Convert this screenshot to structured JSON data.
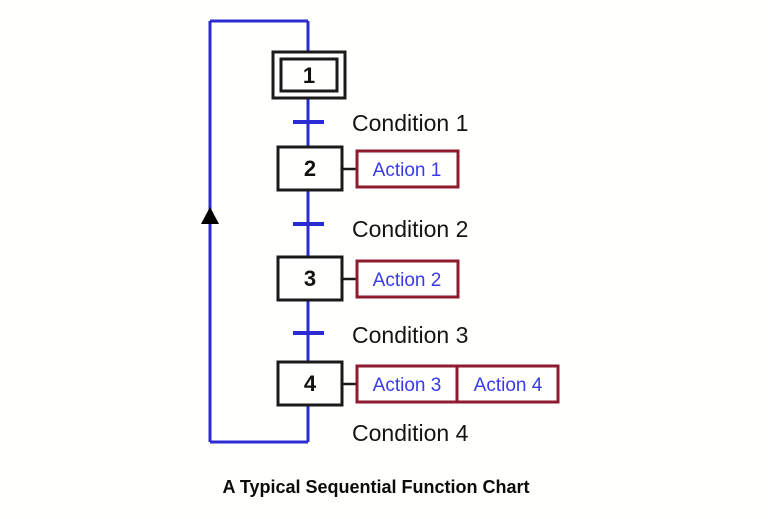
{
  "figure": {
    "caption": "A Typical Sequential Function Chart",
    "background_color": "#fffffd"
  },
  "colors": {
    "flow_line": "#2b2bd4",
    "step_border": "#1a1a1a",
    "action_border": "#8e1b2e",
    "action_text": "#3a3ae8",
    "condition_text": "#141414",
    "step_text": "#111111",
    "connector": "#1a1a1a",
    "arrow_fill": "#000000"
  },
  "chart_data": {
    "type": "diagram",
    "title": "A Typical Sequential Function Chart",
    "steps": [
      {
        "id": "step-1",
        "label": "1",
        "initial": true,
        "actions": []
      },
      {
        "id": "step-2",
        "label": "2",
        "initial": false,
        "actions": [
          "Action 1"
        ]
      },
      {
        "id": "step-3",
        "label": "3",
        "initial": false,
        "actions": [
          "Action 2"
        ]
      },
      {
        "id": "step-4",
        "label": "4",
        "initial": false,
        "actions": [
          "Action 3",
          "Action 4"
        ]
      }
    ],
    "transitions": [
      {
        "id": "transition-1",
        "label": "Condition 1",
        "from": "1",
        "to": "2",
        "has_bar": true
      },
      {
        "id": "transition-2",
        "label": "Condition 2",
        "from": "2",
        "to": "3",
        "has_bar": true
      },
      {
        "id": "transition-3",
        "label": "Condition 3",
        "from": "3",
        "to": "4",
        "has_bar": true
      },
      {
        "id": "transition-4",
        "label": "Condition  4",
        "from": "4",
        "to": "1",
        "has_bar": false
      }
    ],
    "loop": {
      "from": "4",
      "to": "1",
      "direction": "upward",
      "has_arrowhead": true
    }
  },
  "steps": {
    "s1": {
      "number": "1"
    },
    "s2": {
      "number": "2"
    },
    "s3": {
      "number": "3"
    },
    "s4": {
      "number": "4"
    }
  },
  "conditions": {
    "c1": "Condition 1",
    "c2": "Condition 2",
    "c3": "Condition 3",
    "c4": "Condition  4"
  },
  "actions": {
    "a1": "Action 1",
    "a2": "Action 2",
    "a3": "Action 3",
    "a4": "Action 4"
  }
}
